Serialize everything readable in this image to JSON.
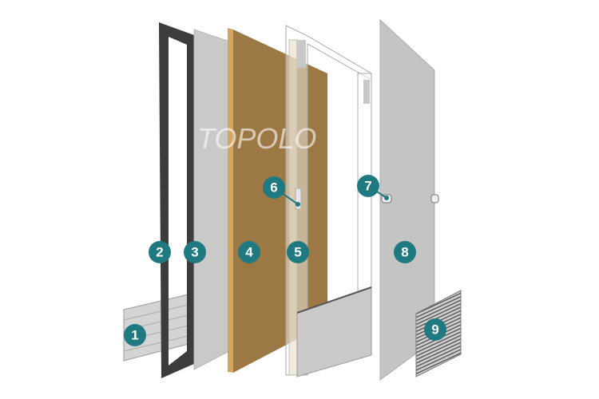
{
  "watermark": "TOPOLO",
  "colors": {
    "badge": "#1e7a80",
    "wood": "#9c7844",
    "wood_edge": "#d6a55c",
    "panel_gray": "#c8c8c8",
    "frame_dark": "#3a3a3a"
  },
  "parts": [
    {
      "number": "1",
      "component": "aluminum-kickplate"
    },
    {
      "number": "2",
      "component": "dark-metal-frame"
    },
    {
      "number": "3",
      "component": "gray-sheet"
    },
    {
      "number": "4",
      "component": "wood-core-board"
    },
    {
      "number": "5",
      "component": "transparent-frame"
    },
    {
      "number": "6",
      "component": "lock-block"
    },
    {
      "number": "7",
      "component": "hinge"
    },
    {
      "number": "8",
      "component": "gray-door-skin"
    },
    {
      "number": "9",
      "component": "vent-grille"
    }
  ]
}
